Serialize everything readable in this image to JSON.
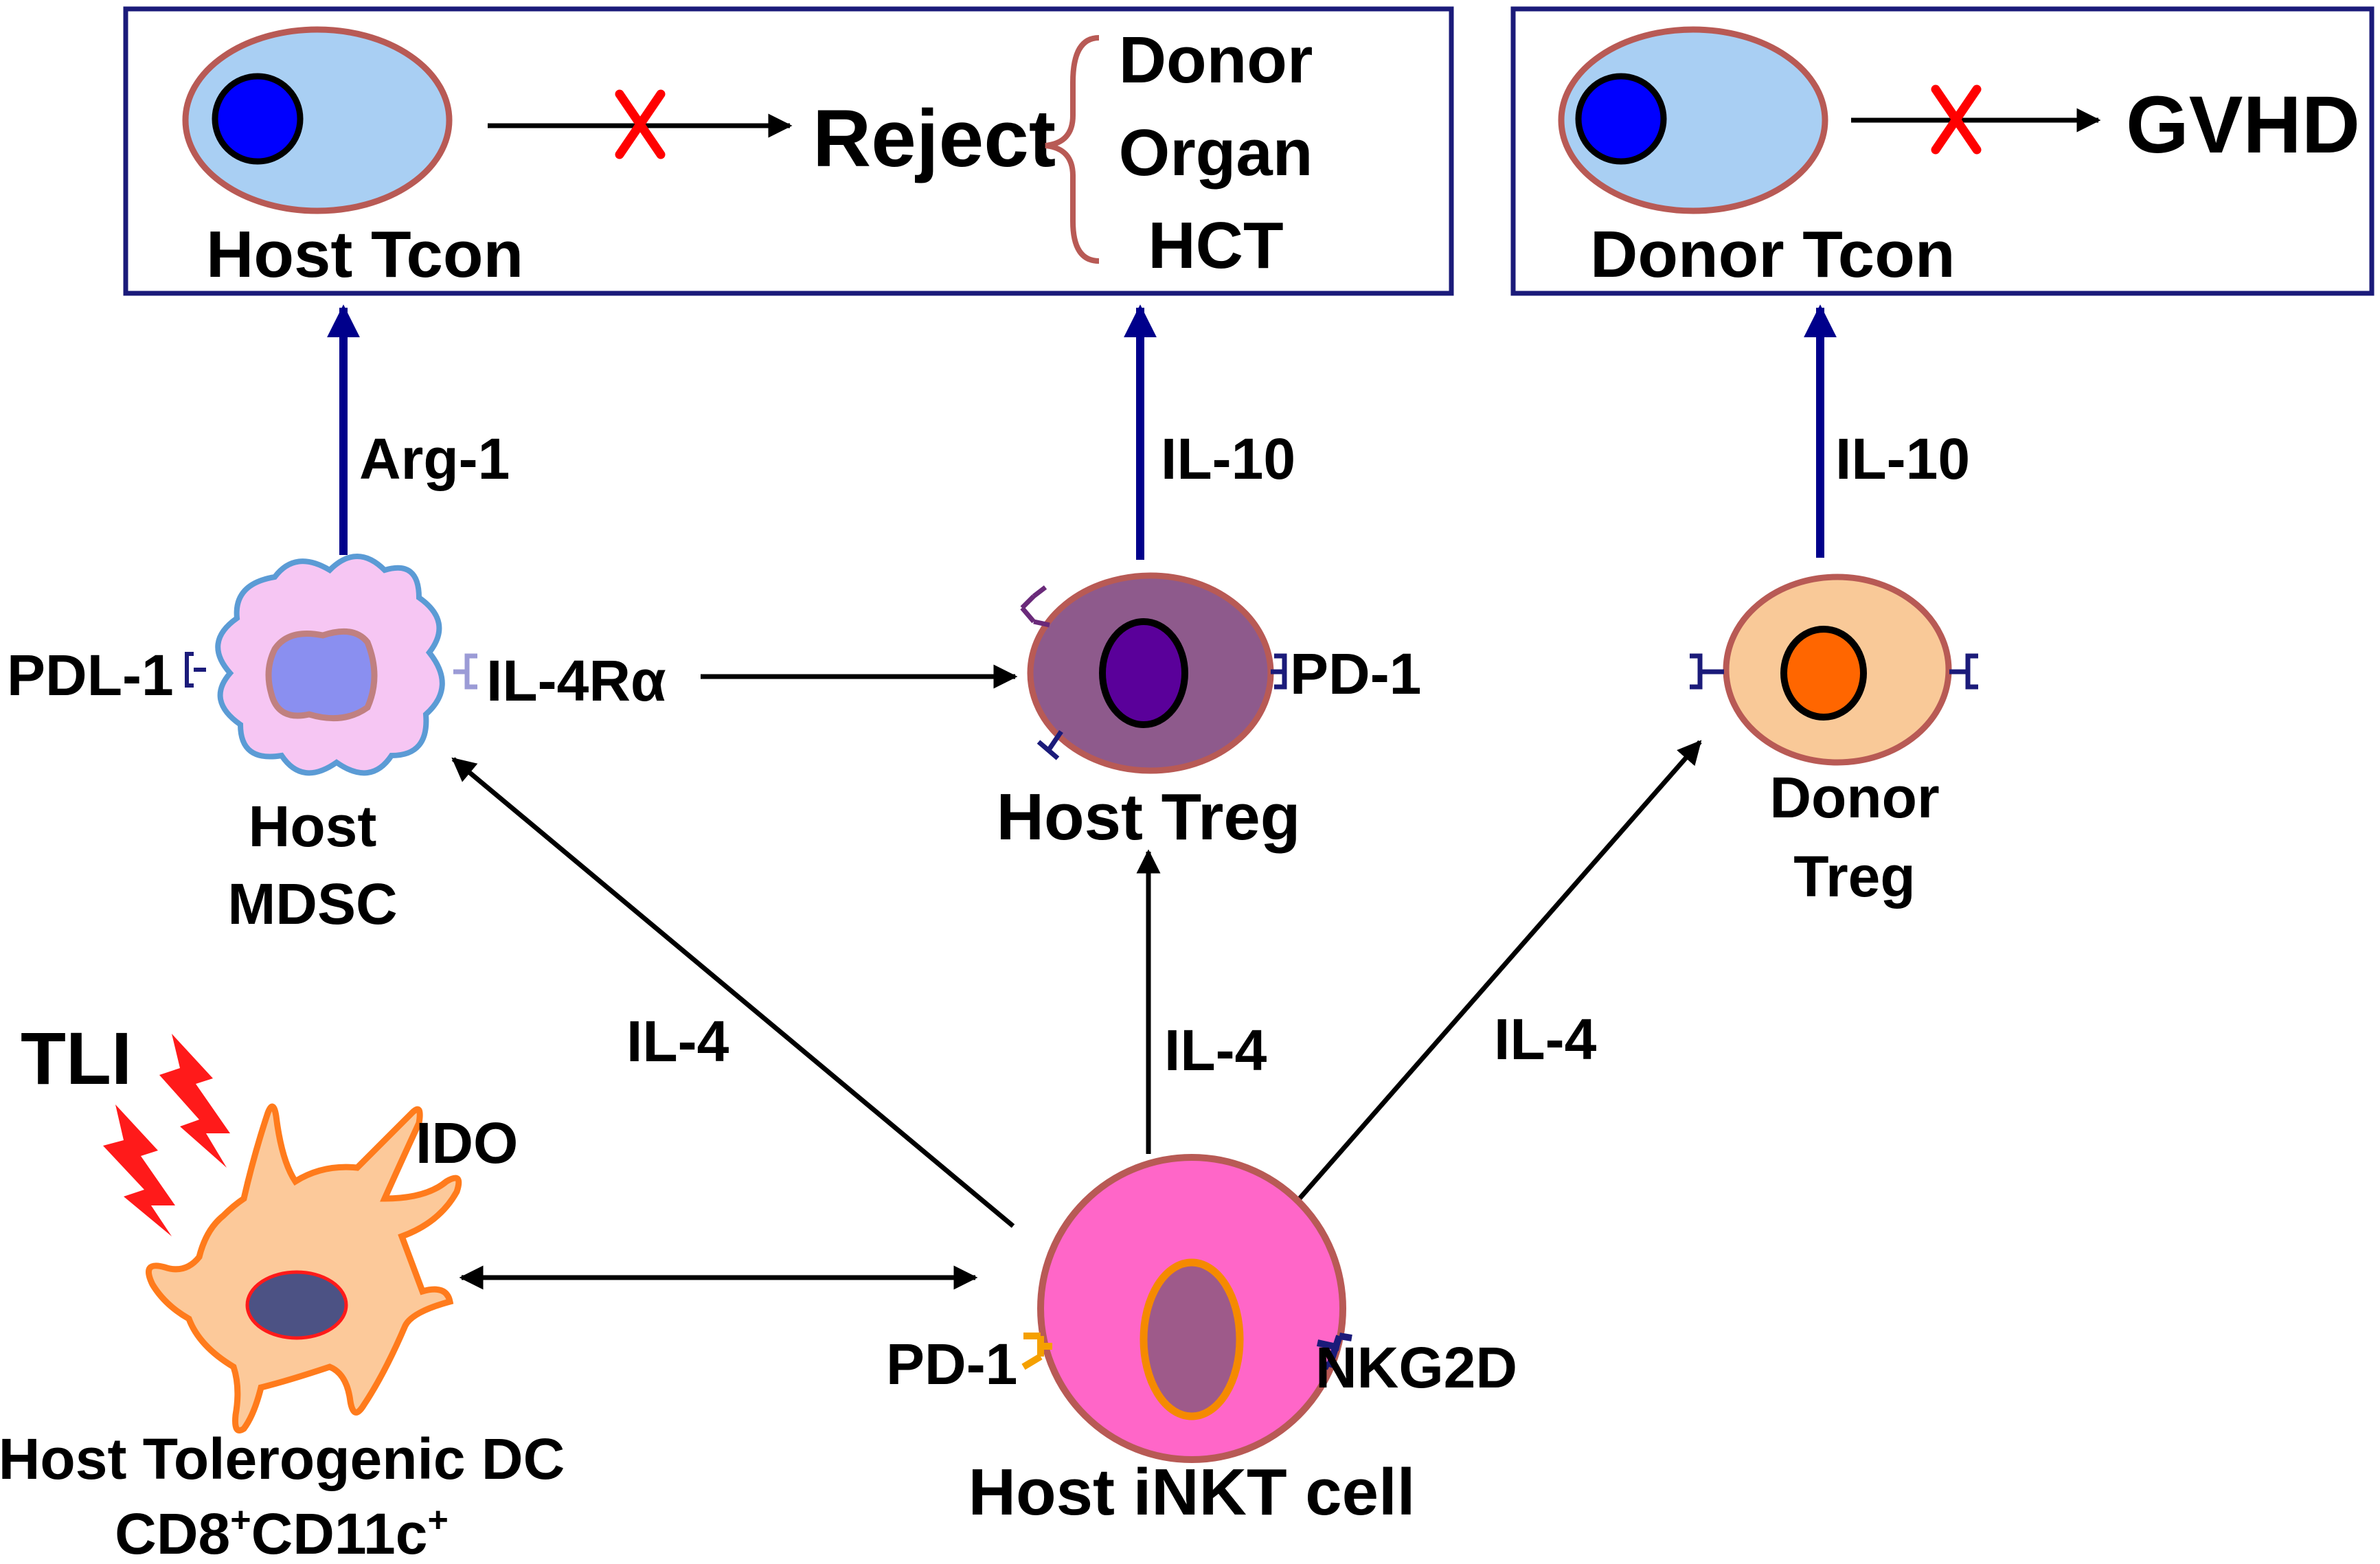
{
  "boxes": {
    "left": {
      "cell_label": "Host Tcon",
      "outcome": "Reject",
      "targets": [
        "Donor",
        "Organ",
        "HCT"
      ]
    },
    "right": {
      "cell_label": "Donor Tcon",
      "outcome": "GVHD"
    }
  },
  "cytokines": {
    "arg1": "Arg-1",
    "il10_left": "IL-10",
    "il10_right": "IL-10",
    "il4_left": "IL-4",
    "il4_mid": "IL-4",
    "il4_right": "IL-4"
  },
  "cells": {
    "mdsc": {
      "label_line1": "Host",
      "label_line2": "MDSC",
      "receptor_left": "PDL-1",
      "receptor_right": "IL-4Rα"
    },
    "host_treg": {
      "label": "Host Treg",
      "receptor": "PD-1"
    },
    "donor_treg": {
      "label_line1": "Donor",
      "label_line2": "Treg"
    },
    "inkt": {
      "label": "Host iNKT cell",
      "receptor_left": "PD-1",
      "receptor_right": "NKG2D"
    },
    "dc": {
      "label_line1": "Host Tolerogenic DC",
      "label_line2_a": "CD8",
      "label_line2_b": "CD11c",
      "sup": "+",
      "enzyme": "IDO"
    }
  },
  "tli": "TLI",
  "colors": {
    "box_border": "#1b1b7a",
    "blue_arrow": "#00008b",
    "tcon_fill": "#a9cff3",
    "cell_border": "#b85a55",
    "nucleus_blue": "#0000ff",
    "mdsc_fill": "#f6c6f3",
    "mdsc_border": "#5b9bd5",
    "treg_fill": "#8e5a8c",
    "treg_nucleus": "#5a009a",
    "donor_treg_fill": "#f9c998",
    "donor_treg_nucleus": "#ff6600",
    "inkt_fill": "#ff66c8",
    "inkt_nucleus": "#9e5a8a",
    "inkt_nucleus_border": "#f58a00",
    "dc_fill": "#fcc99a",
    "dc_border": "#ff7b1c",
    "dc_nucleus": "#4c5284",
    "red_x": "#ff0000",
    "lightning": "#ff1a1a"
  }
}
